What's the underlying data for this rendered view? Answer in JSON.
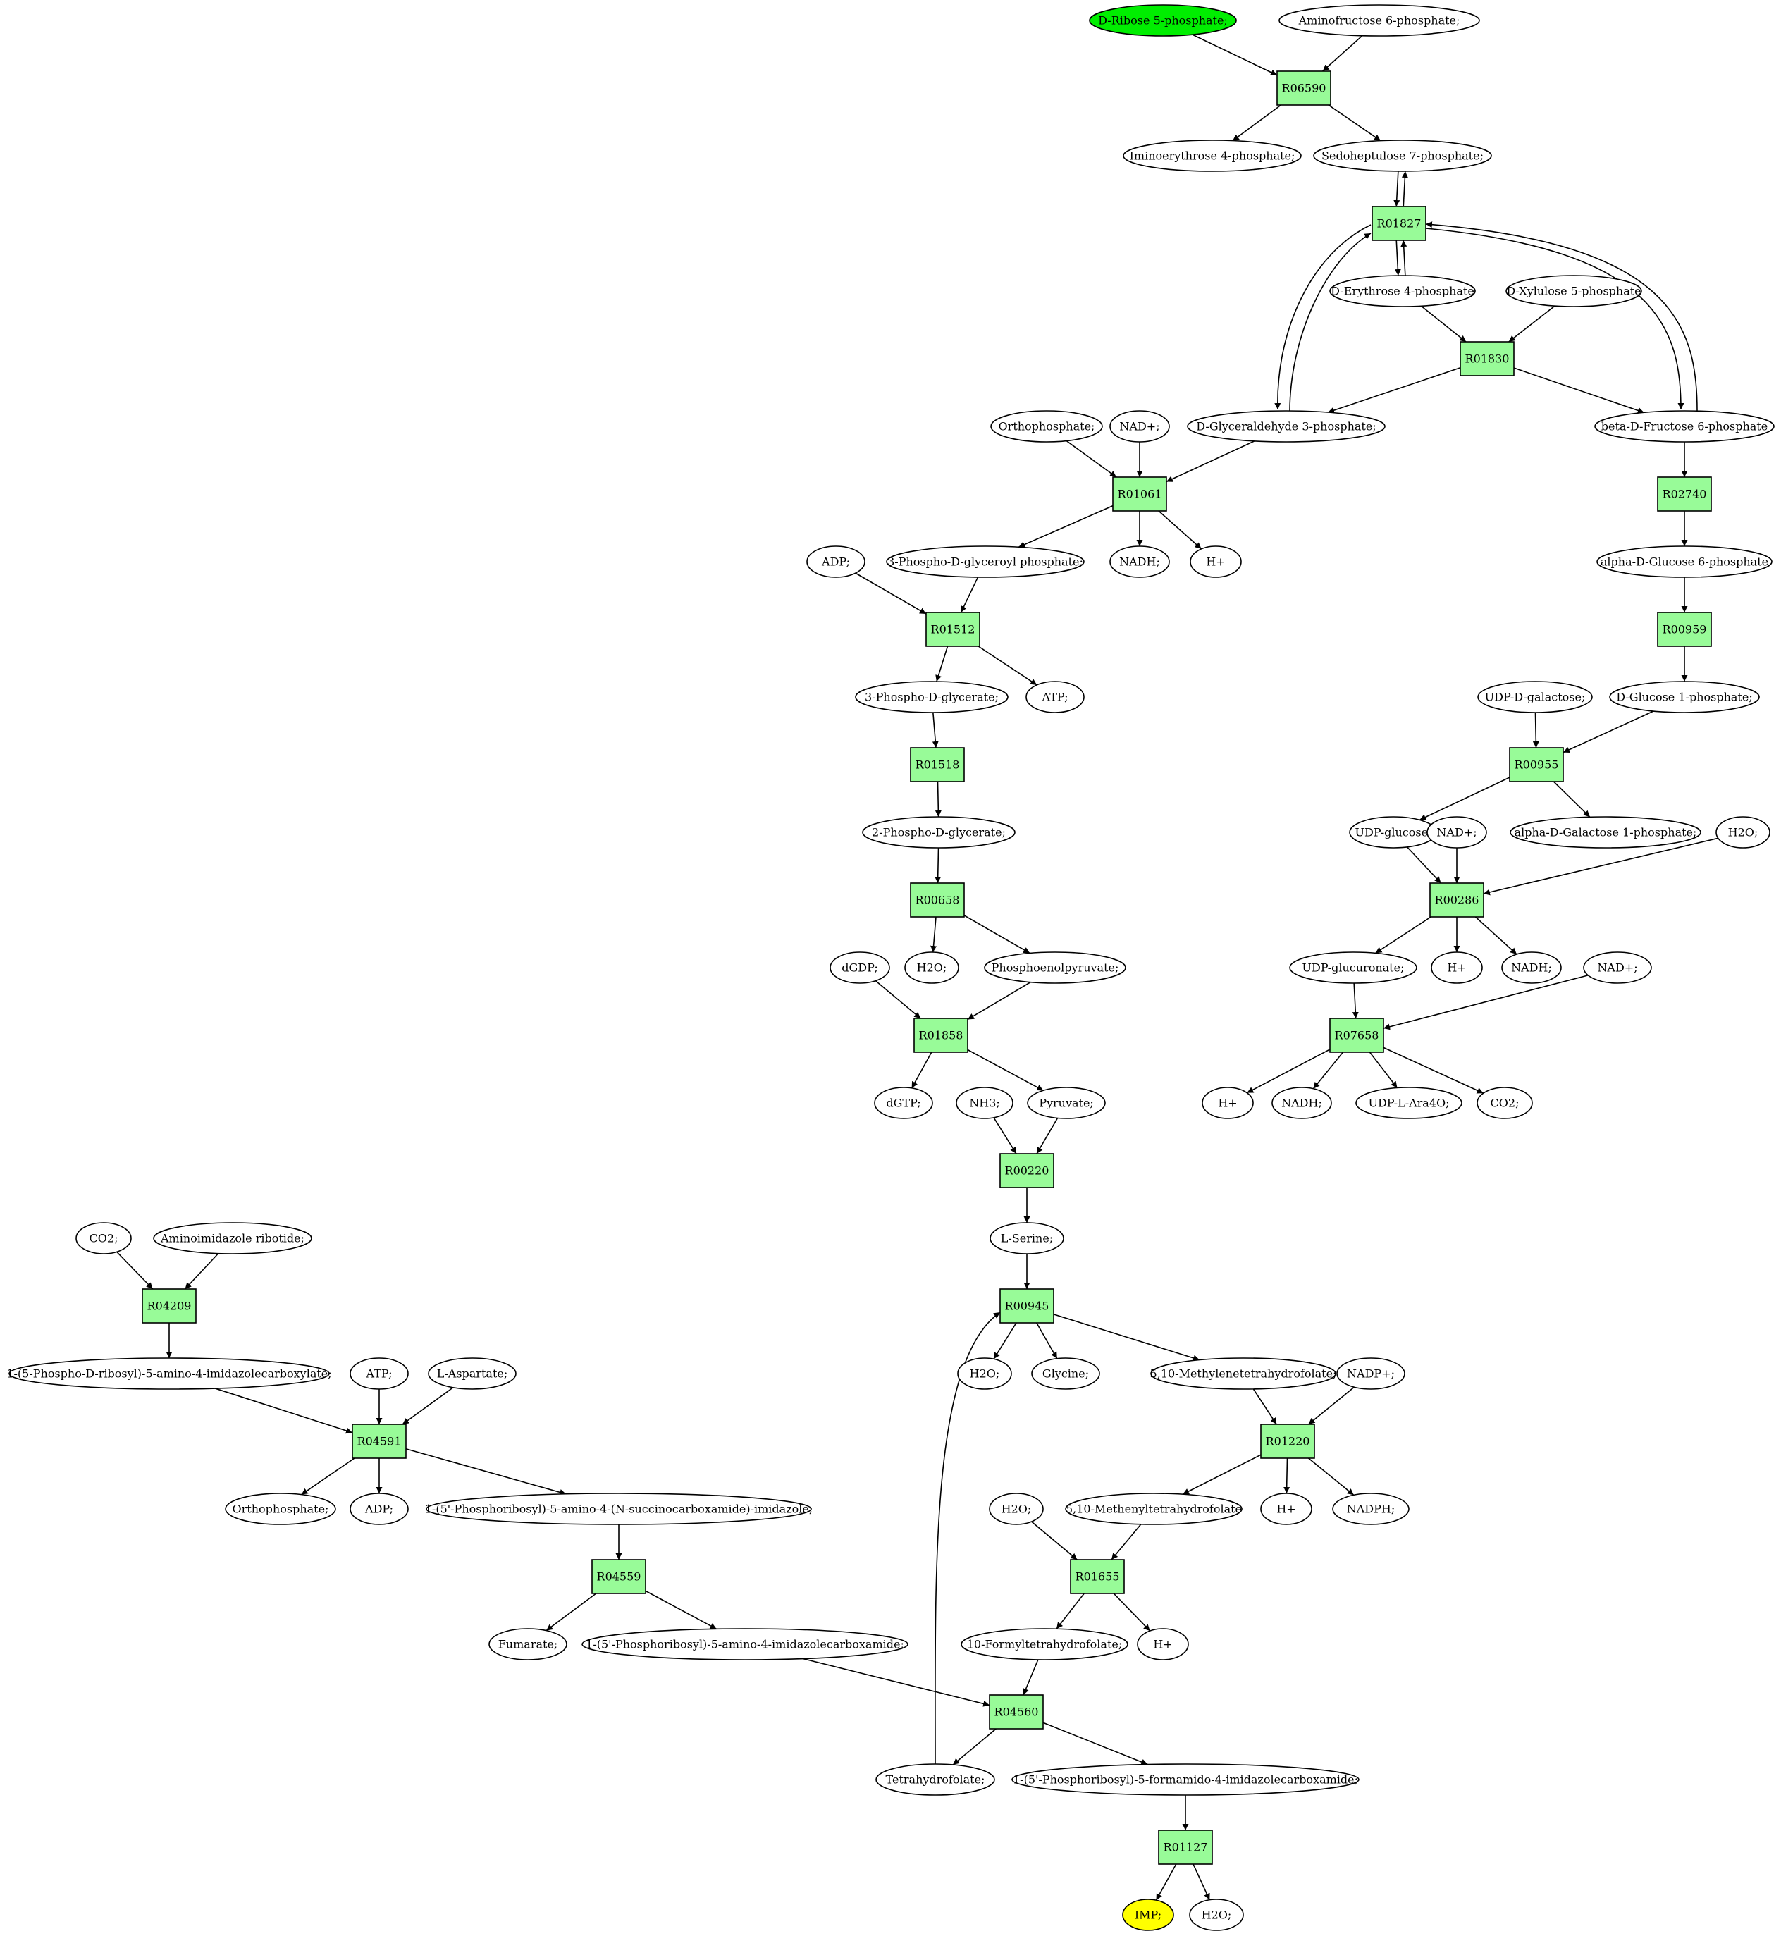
{
  "colors": {
    "background": "#ffffff",
    "reaction": "#98fb98",
    "compound": "#ffffff",
    "source": "#00ee00",
    "target": "#ffff00",
    "stroke": "#000000"
  },
  "compounds": [
    {
      "id": "c1",
      "label": "D-Ribose 5-phosphate;",
      "style": "source"
    },
    {
      "id": "c2",
      "label": "Aminofructose 6-phosphate;"
    },
    {
      "id": "c3",
      "label": "Iminoerythrose 4-phosphate;"
    },
    {
      "id": "c4",
      "label": "Sedoheptulose 7-phosphate;"
    },
    {
      "id": "c5",
      "label": "D-Erythrose 4-phosphate"
    },
    {
      "id": "c6",
      "label": "D-Xylulose 5-phosphate"
    },
    {
      "id": "c7",
      "label": "Orthophosphate;"
    },
    {
      "id": "c8",
      "label": "NAD+;"
    },
    {
      "id": "c9",
      "label": "D-Glyceraldehyde 3-phosphate;"
    },
    {
      "id": "c10",
      "label": "beta-D-Fructose 6-phosphate"
    },
    {
      "id": "c11",
      "label": "ADP;"
    },
    {
      "id": "c12",
      "label": "3-Phospho-D-glyceroyl phosphate;"
    },
    {
      "id": "c13",
      "label": "NADH;"
    },
    {
      "id": "c14",
      "label": "H+"
    },
    {
      "id": "c15",
      "label": "alpha-D-Glucose 6-phosphate"
    },
    {
      "id": "c16",
      "label": "3-Phospho-D-glycerate;"
    },
    {
      "id": "c17",
      "label": "ATP;"
    },
    {
      "id": "c18",
      "label": "UDP-D-galactose;"
    },
    {
      "id": "c19",
      "label": "D-Glucose 1-phosphate;"
    },
    {
      "id": "c20",
      "label": "2-Phospho-D-glycerate;"
    },
    {
      "id": "c21",
      "label": "UDP-glucose;"
    },
    {
      "id": "c22",
      "label": "NAD+;"
    },
    {
      "id": "c23",
      "label": "alpha-D-Galactose 1-phosphate;"
    },
    {
      "id": "c24",
      "label": "H2O;"
    },
    {
      "id": "c25",
      "label": "dGDP;"
    },
    {
      "id": "c26",
      "label": "H2O;"
    },
    {
      "id": "c27",
      "label": "Phosphoenolpyruvate;"
    },
    {
      "id": "c28",
      "label": "UDP-glucuronate;"
    },
    {
      "id": "c29",
      "label": "H+"
    },
    {
      "id": "c30",
      "label": "NADH;"
    },
    {
      "id": "c31",
      "label": "NAD+;"
    },
    {
      "id": "c32",
      "label": "dGTP;"
    },
    {
      "id": "c33",
      "label": "NH3;"
    },
    {
      "id": "c34",
      "label": "Pyruvate;"
    },
    {
      "id": "c35",
      "label": "H+"
    },
    {
      "id": "c36",
      "label": "NADH;"
    },
    {
      "id": "c37",
      "label": "UDP-L-Ara4O;"
    },
    {
      "id": "c38",
      "label": "CO2;"
    },
    {
      "id": "c39",
      "label": "L-Serine;"
    },
    {
      "id": "c40",
      "label": "CO2;"
    },
    {
      "id": "c41",
      "label": "Aminoimidazole ribotide;"
    },
    {
      "id": "c42",
      "label": "1-(5-Phospho-D-ribosyl)-5-amino-4-imidazolecarboxylate;"
    },
    {
      "id": "c43",
      "label": "ATP;"
    },
    {
      "id": "c44",
      "label": "L-Aspartate;"
    },
    {
      "id": "c45",
      "label": "H2O;"
    },
    {
      "id": "c46",
      "label": "Glycine;"
    },
    {
      "id": "c47",
      "label": "5,10-Methylenetetrahydrofolate;"
    },
    {
      "id": "c48",
      "label": "NADP+;"
    },
    {
      "id": "c49",
      "label": "Orthophosphate;"
    },
    {
      "id": "c50",
      "label": "ADP;"
    },
    {
      "id": "c51",
      "label": "1-(5'-Phosphoribosyl)-5-amino-4-(N-succinocarboxamide)-imidazole;"
    },
    {
      "id": "c52",
      "label": "H2O;"
    },
    {
      "id": "c53",
      "label": "5,10-Methenyltetrahydrofolate"
    },
    {
      "id": "c54",
      "label": "H+"
    },
    {
      "id": "c55",
      "label": "NADPH;"
    },
    {
      "id": "c56",
      "label": "Fumarate;"
    },
    {
      "id": "c57",
      "label": "1-(5'-Phosphoribosyl)-5-amino-4-imidazolecarboxamide;"
    },
    {
      "id": "c58",
      "label": "10-Formyltetrahydrofolate;"
    },
    {
      "id": "c59",
      "label": "H+"
    },
    {
      "id": "c60",
      "label": "Tetrahydrofolate;"
    },
    {
      "id": "c61",
      "label": "1-(5'-Phosphoribosyl)-5-formamido-4-imidazolecarboxamide;"
    },
    {
      "id": "c62",
      "label": "IMP;",
      "style": "target"
    },
    {
      "id": "c63",
      "label": "H2O;"
    }
  ],
  "reactions": [
    {
      "id": "r1",
      "label": "R06590"
    },
    {
      "id": "r2",
      "label": "R01827"
    },
    {
      "id": "r3",
      "label": "R01830"
    },
    {
      "id": "r4",
      "label": "R01061"
    },
    {
      "id": "r5",
      "label": "R02740"
    },
    {
      "id": "r6",
      "label": "R01512"
    },
    {
      "id": "r7",
      "label": "R00959"
    },
    {
      "id": "r8",
      "label": "R01518"
    },
    {
      "id": "r9",
      "label": "R00955"
    },
    {
      "id": "r10",
      "label": "R00658"
    },
    {
      "id": "r11",
      "label": "R00286"
    },
    {
      "id": "r12",
      "label": "R01858"
    },
    {
      "id": "r13",
      "label": "R07658"
    },
    {
      "id": "r14",
      "label": "R00220"
    },
    {
      "id": "r15",
      "label": "R04209"
    },
    {
      "id": "r16",
      "label": "R00945"
    },
    {
      "id": "r17",
      "label": "R01220"
    },
    {
      "id": "r18",
      "label": "R04591"
    },
    {
      "id": "r19",
      "label": "R01655"
    },
    {
      "id": "r20",
      "label": "R04559"
    },
    {
      "id": "r21",
      "label": "R04560"
    },
    {
      "id": "r22",
      "label": "R01127"
    }
  ],
  "edges": [
    [
      "c1",
      "r1"
    ],
    [
      "c2",
      "r1"
    ],
    [
      "r1",
      "c3"
    ],
    [
      "r1",
      "c4"
    ],
    [
      "c4",
      "r2"
    ],
    [
      "r2",
      "c4"
    ],
    [
      "r2",
      "c5"
    ],
    [
      "c5",
      "r2"
    ],
    [
      "c9",
      "r2"
    ],
    [
      "r2",
      "c9"
    ],
    [
      "c10",
      "r2"
    ],
    [
      "r2",
      "c10"
    ],
    [
      "c5",
      "r3"
    ],
    [
      "c6",
      "r3"
    ],
    [
      "r3",
      "c9"
    ],
    [
      "r3",
      "c10"
    ],
    [
      "c7",
      "r4"
    ],
    [
      "c8",
      "r4"
    ],
    [
      "c9",
      "r4"
    ],
    [
      "r4",
      "c12"
    ],
    [
      "r4",
      "c13"
    ],
    [
      "r4",
      "c14"
    ],
    [
      "c10",
      "r5"
    ],
    [
      "r5",
      "c15"
    ],
    [
      "c11",
      "r6"
    ],
    [
      "c12",
      "r6"
    ],
    [
      "r6",
      "c16"
    ],
    [
      "r6",
      "c17"
    ],
    [
      "c15",
      "r7"
    ],
    [
      "r7",
      "c19"
    ],
    [
      "c16",
      "r8"
    ],
    [
      "r8",
      "c20"
    ],
    [
      "c18",
      "r9"
    ],
    [
      "c19",
      "r9"
    ],
    [
      "r9",
      "c21"
    ],
    [
      "r9",
      "c23"
    ],
    [
      "c20",
      "r10"
    ],
    [
      "r10",
      "c26"
    ],
    [
      "r10",
      "c27"
    ],
    [
      "c21",
      "r11"
    ],
    [
      "c22",
      "r11"
    ],
    [
      "c24",
      "r11"
    ],
    [
      "r11",
      "c28"
    ],
    [
      "r11",
      "c29"
    ],
    [
      "r11",
      "c30"
    ],
    [
      "c25",
      "r12"
    ],
    [
      "c27",
      "r12"
    ],
    [
      "r12",
      "c32"
    ],
    [
      "r12",
      "c34"
    ],
    [
      "c28",
      "r13"
    ],
    [
      "c31",
      "r13"
    ],
    [
      "r13",
      "c35"
    ],
    [
      "r13",
      "c36"
    ],
    [
      "r13",
      "c37"
    ],
    [
      "r13",
      "c38"
    ],
    [
      "c33",
      "r14"
    ],
    [
      "c34",
      "r14"
    ],
    [
      "r14",
      "c39"
    ],
    [
      "c40",
      "r15"
    ],
    [
      "c41",
      "r15"
    ],
    [
      "r15",
      "c42"
    ],
    [
      "c39",
      "r16"
    ],
    [
      "c60",
      "r16"
    ],
    [
      "r16",
      "c45"
    ],
    [
      "r16",
      "c46"
    ],
    [
      "r16",
      "c47"
    ],
    [
      "c47",
      "r17"
    ],
    [
      "c48",
      "r17"
    ],
    [
      "r17",
      "c53"
    ],
    [
      "r17",
      "c54"
    ],
    [
      "r17",
      "c55"
    ],
    [
      "c42",
      "r18"
    ],
    [
      "c43",
      "r18"
    ],
    [
      "c44",
      "r18"
    ],
    [
      "r18",
      "c49"
    ],
    [
      "r18",
      "c50"
    ],
    [
      "r18",
      "c51"
    ],
    [
      "c52",
      "r19"
    ],
    [
      "c53",
      "r19"
    ],
    [
      "r19",
      "c58"
    ],
    [
      "r19",
      "c59"
    ],
    [
      "c51",
      "r20"
    ],
    [
      "r20",
      "c56"
    ],
    [
      "r20",
      "c57"
    ],
    [
      "c57",
      "r21"
    ],
    [
      "c58",
      "r21"
    ],
    [
      "r21",
      "c60"
    ],
    [
      "r21",
      "c61"
    ],
    [
      "c61",
      "r22"
    ],
    [
      "r22",
      "c62"
    ],
    [
      "r22",
      "c63"
    ]
  ]
}
